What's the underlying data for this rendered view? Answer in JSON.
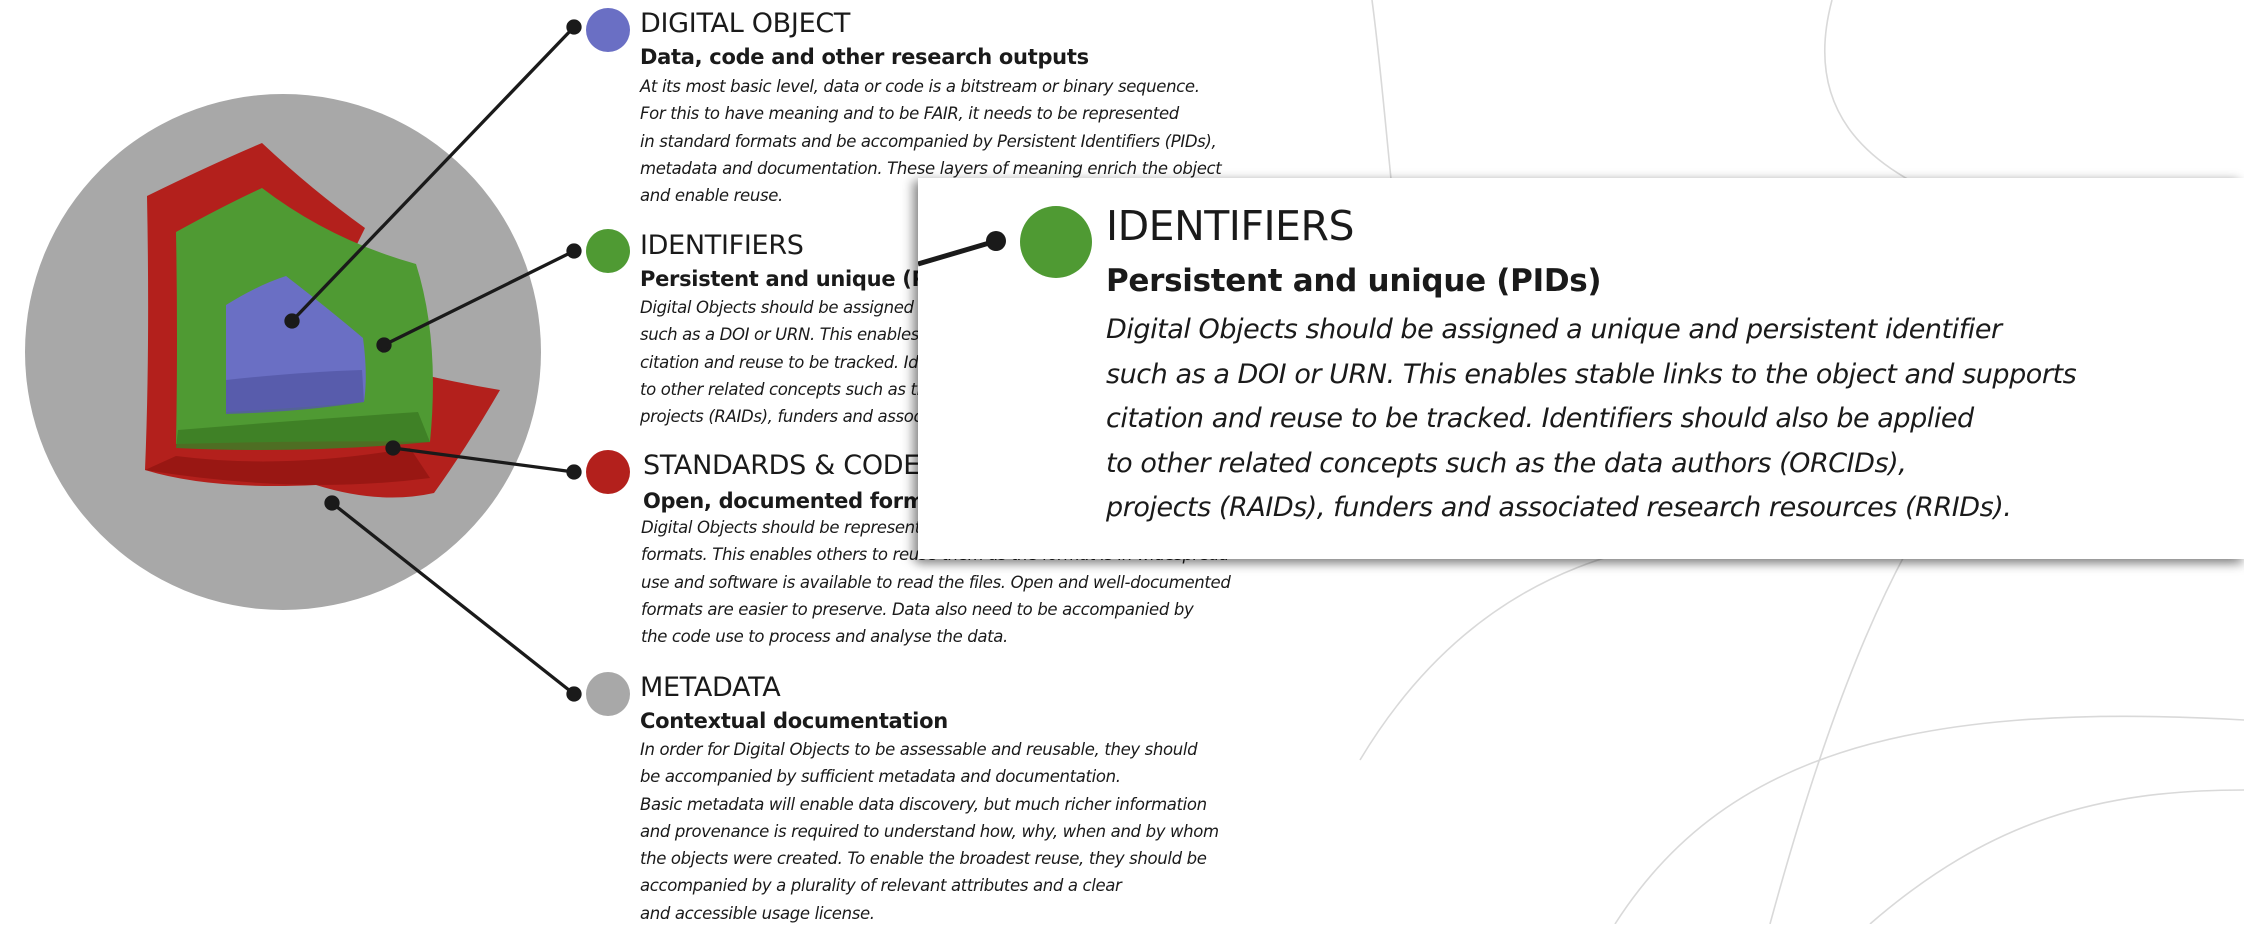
{
  "colors": {
    "digital_object": "#6a6fc4",
    "identifiers": "#4f9a33",
    "standards": "#b3201c",
    "metadata": "#a8a8a8",
    "text": "#1a1a1a",
    "leader_line": "#1a1a1a"
  },
  "sections": {
    "digital_object": {
      "title": "DIGITAL OBJECT",
      "subtitle": "Data, code and other research outputs",
      "lines": [
        "At its most basic level, data or code is a bitstream or binary sequence.",
        "For this to have meaning and to be FAIR, it needs to be represented",
        "in standard formats and be accompanied by Persistent Identifiers (PIDs),",
        "metadata and documentation. These layers of meaning enrich the object",
        "and enable reuse."
      ]
    },
    "identifiers": {
      "title": "IDENTIFIERS",
      "subtitle": "Persistent and unique (PIDs)",
      "lines": [
        "Digital Objects should be assigned a unique and persistent identifier",
        "such as a DOI or URN. This enables stable links to the object and supports",
        "citation and reuse to be tracked. Identifiers should also be applied",
        "to other related concepts such as the data authors (ORCIDs),",
        "projects (RAIDs), funders and associated research resources (RRIDs)."
      ]
    },
    "standards": {
      "title": "STANDARDS & CODE",
      "subtitle": "Open, documented formats",
      "lines": [
        "Digital Objects should be represented in common and ideally open file",
        "formats. This enables others to reuse them as the format is in widespread",
        "use and software is available to read the files. Open and well-documented",
        "formats are easier to preserve. Data also need to be accompanied by",
        "the code use to process and analyse the data."
      ]
    },
    "metadata": {
      "title": "METADATA",
      "subtitle": "Contextual documentation",
      "lines": [
        "In order for Digital Objects to be assessable and reusable, they should",
        "be accompanied by sufficient metadata and documentation.",
        "Basic metadata will enable data discovery, but much richer information",
        "and provenance is required to understand how, why, when and by whom",
        "the objects were created. To enable the broadest reuse, they should be",
        "accompanied by a plurality of relevant attributes and a clear",
        "and accessible usage license."
      ]
    }
  },
  "zoom_callout": {
    "title": "IDENTIFIERS",
    "subtitle": "Persistent and unique (PIDs)",
    "lines": [
      "Digital Objects should be assigned a unique and persistent identifier",
      "such as a DOI or URN. This enables stable links to the object and supports",
      "citation and reuse to be tracked. Identifiers should also be applied",
      "to other related concepts such as the data authors (ORCIDs),",
      "projects (RAIDs), funders and associated research resources (RRIDs)."
    ]
  }
}
